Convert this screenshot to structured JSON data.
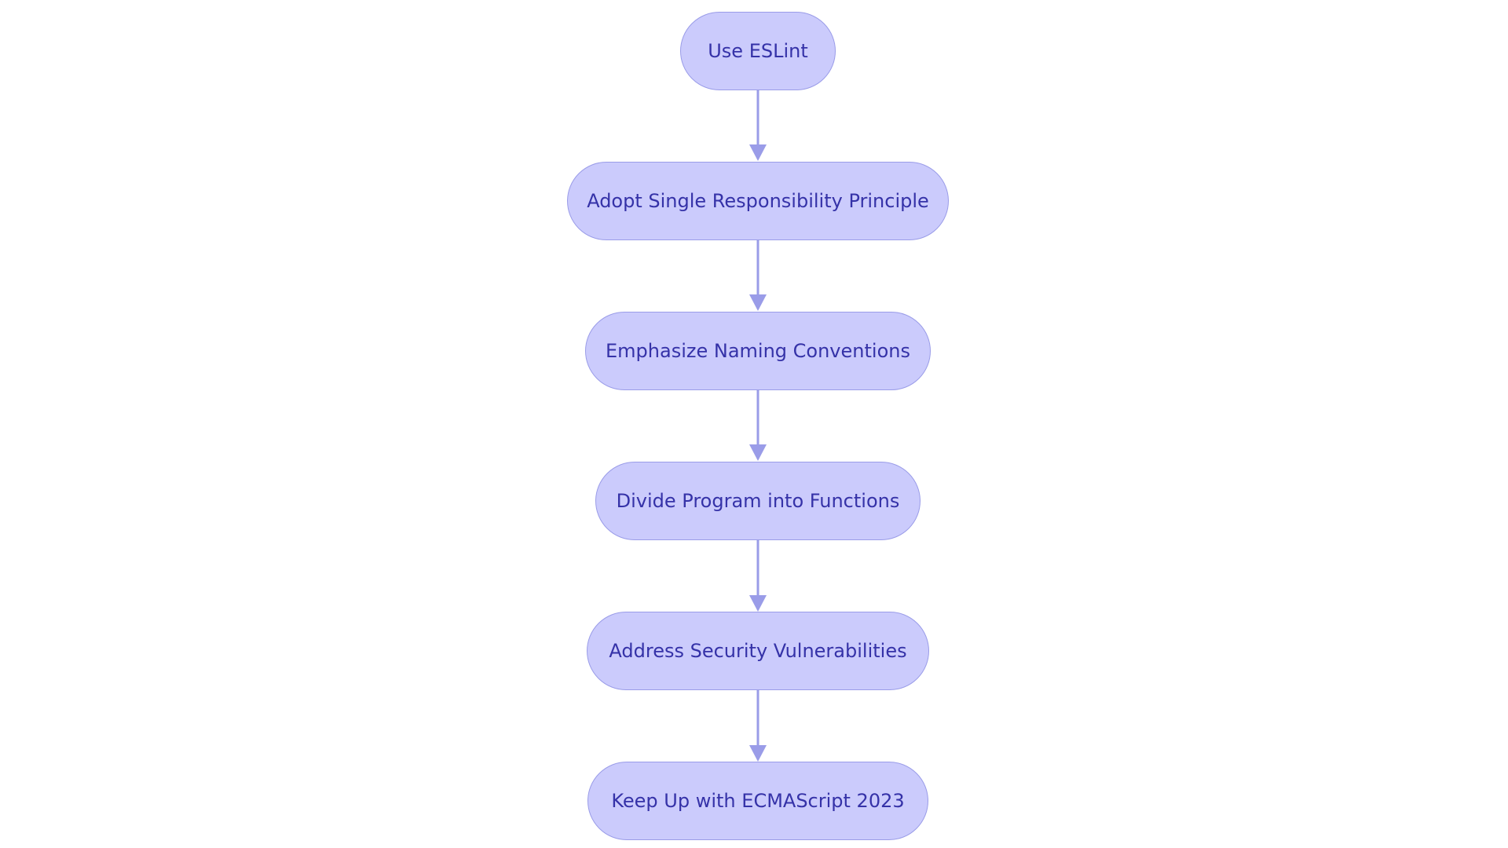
{
  "diagram": {
    "type": "flowchart",
    "direction": "top-to-bottom",
    "colors": {
      "node_fill": "#cbcbfc",
      "node_border": "#9a9ce8",
      "node_text": "#3532a8",
      "edge": "#9a9ce8"
    },
    "nodes": [
      {
        "id": "n1",
        "label": "Use ESLint"
      },
      {
        "id": "n2",
        "label": "Adopt Single Responsibility Principle"
      },
      {
        "id": "n3",
        "label": "Emphasize Naming Conventions"
      },
      {
        "id": "n4",
        "label": "Divide Program into Functions"
      },
      {
        "id": "n5",
        "label": "Address Security Vulnerabilities"
      },
      {
        "id": "n6",
        "label": "Keep Up with ECMAScript 2023"
      }
    ],
    "edges": [
      {
        "from": "n1",
        "to": "n2"
      },
      {
        "from": "n2",
        "to": "n3"
      },
      {
        "from": "n3",
        "to": "n4"
      },
      {
        "from": "n4",
        "to": "n5"
      },
      {
        "from": "n5",
        "to": "n6"
      }
    ]
  }
}
